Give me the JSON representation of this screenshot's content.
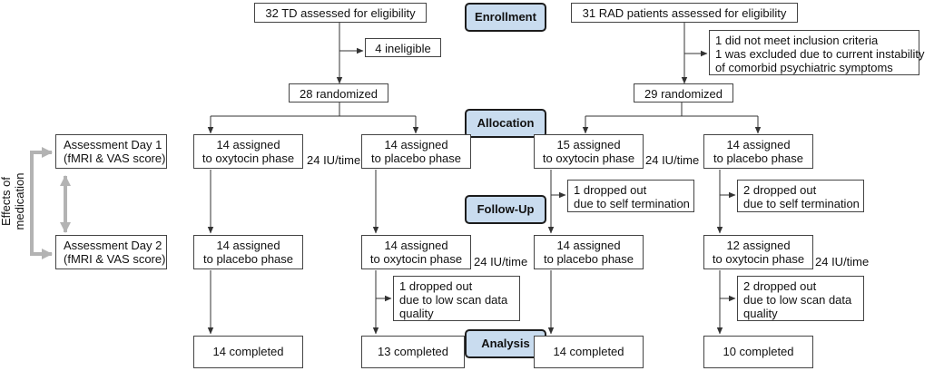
{
  "phases": {
    "enrollment": "Enrollment",
    "allocation": "Allocation",
    "followup": "Follow-Up",
    "analysis": "Analysis"
  },
  "side_label": [
    "Effects of",
    "medication"
  ],
  "td": {
    "assessed": "32 TD assessed for eligibility",
    "ineligible": "4 ineligible",
    "randomized": "28 randomized",
    "arm1": {
      "day1": [
        "14 assigned",
        "to oxytocin phase"
      ],
      "day2": [
        "14 assigned",
        "to placebo phase"
      ],
      "completed": "14 completed"
    },
    "arm2": {
      "day1": [
        "14 assigned",
        "to placebo phase"
      ],
      "day2": [
        "14 assigned",
        "to oxytocin phase"
      ],
      "dropout": [
        "1 dropped out",
        "due to low scan data",
        "quality"
      ],
      "completed": "13 completed"
    }
  },
  "rad": {
    "assessed": "31 RAD patients assessed for eligibility",
    "excluded": [
      "1 did not meet inclusion criteria",
      "1 was excluded due to current instability",
      "of comorbid psychiatric symptoms"
    ],
    "randomized": "29 randomized",
    "arm1": {
      "day1": [
        "15 assigned",
        "to oxytocin phase"
      ],
      "dropout": [
        "1 dropped out",
        "due to self termination"
      ],
      "day2": [
        "14 assigned",
        "to placebo phase"
      ],
      "completed": "14 completed"
    },
    "arm2": {
      "day1": [
        "14 assigned",
        "to placebo phase"
      ],
      "dropout1": [
        "2 dropped out",
        "due to self termination"
      ],
      "day2": [
        "12 assigned",
        "to oxytocin phase"
      ],
      "dropout2": [
        "2 dropped out",
        "due to low scan data",
        "quality"
      ],
      "completed": "10 completed"
    }
  },
  "assessment": {
    "day1": [
      "Assessment Day 1",
      "(fMRI & VAS score)"
    ],
    "day2": [
      "Assessment Day 2",
      "(fMRI & VAS score)"
    ]
  },
  "dose": "24 IU/time"
}
